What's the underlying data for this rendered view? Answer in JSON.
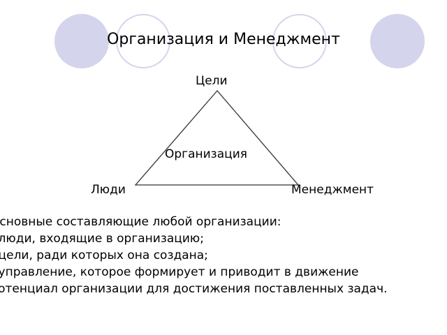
{
  "title": "Организация и Менеджмент",
  "diagram": {
    "top": "Цели",
    "center": "Организация",
    "left": "Люди",
    "right": "Менеджмент"
  },
  "body": {
    "intro": "Основные составляющие любой организации:",
    "items": [
      "- люди, входящие в организацию;",
      "- цели, ради которых она  создана;",
      "- управление, которое формирует и приводит в движение",
      "потенциал организации для достижения поставленных задач."
    ]
  },
  "colors": {
    "circle": "#d4d4ec",
    "line": "#333333"
  }
}
